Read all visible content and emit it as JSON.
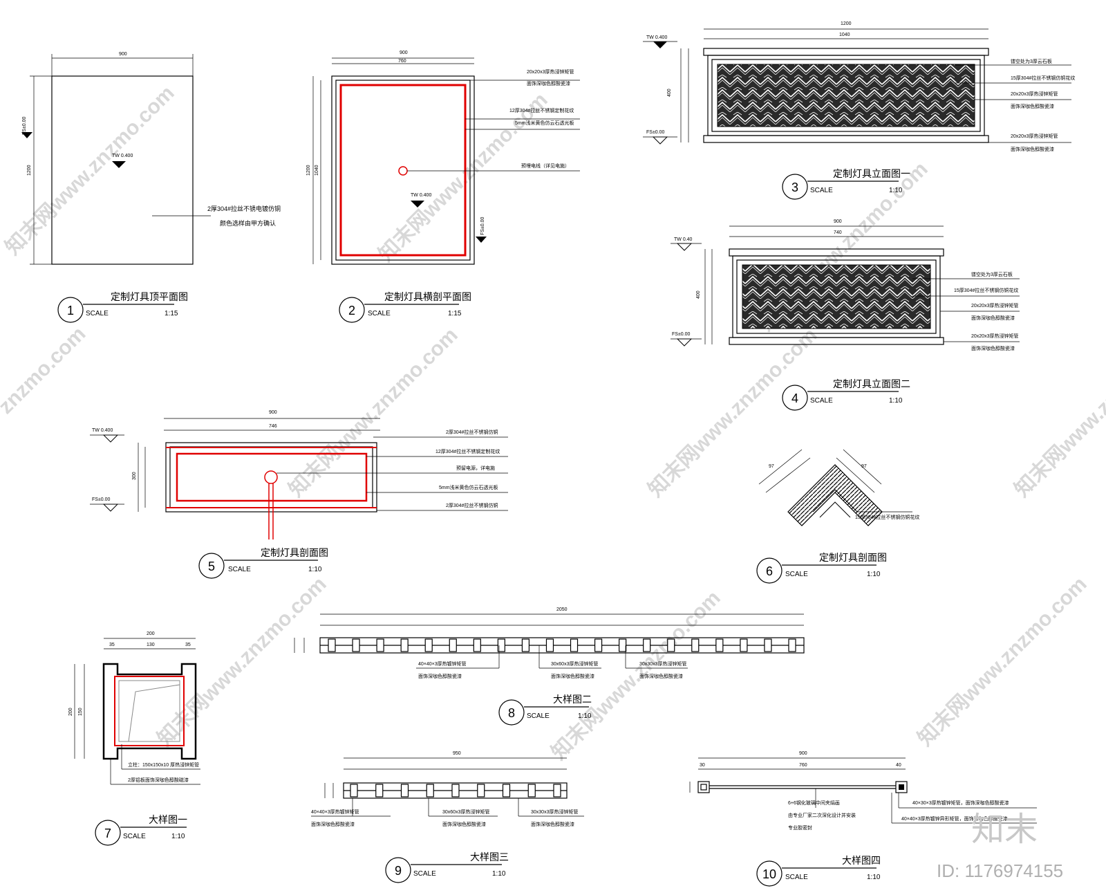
{
  "views": [
    {
      "num": "1",
      "title": "定制灯具顶平面图",
      "scale_label": "SCALE",
      "scale": "1:15"
    },
    {
      "num": "2",
      "title": "定制灯具横剖平面图",
      "scale_label": "SCALE",
      "scale": "1:15"
    },
    {
      "num": "3",
      "title": "定制灯具立面图一",
      "scale_label": "SCALE",
      "scale": "1:10"
    },
    {
      "num": "4",
      "title": "定制灯具立面图二",
      "scale_label": "SCALE",
      "scale": "1:10"
    },
    {
      "num": "5",
      "title": "定制灯具剖面图",
      "scale_label": "SCALE",
      "scale": "1:10"
    },
    {
      "num": "6",
      "title": "定制灯具剖面图",
      "scale_label": "SCALE",
      "scale": "1:10"
    },
    {
      "num": "7",
      "title": "大样图一",
      "scale_label": "SCALE",
      "scale": "1:10"
    },
    {
      "num": "8",
      "title": "大样图二",
      "scale_label": "SCALE",
      "scale": "1:10"
    },
    {
      "num": "9",
      "title": "大样图三",
      "scale_label": "SCALE",
      "scale": "1:10"
    },
    {
      "num": "10",
      "title": "大样图四",
      "scale_label": "SCALE",
      "scale": "1:10"
    }
  ],
  "levels": {
    "fs": "FS±0.00",
    "tw400": "TW 0.400",
    "tw40": "TW 0.40"
  },
  "dims": {
    "v1_w": "900",
    "v1_h": "1200",
    "v2_w": "900",
    "v2_inner": "760",
    "v2_h": "1200",
    "v2_inner_h": "1040",
    "v3_w": "1200",
    "v3_inner": "1040",
    "v3_h": "400",
    "v4_w": "900",
    "v4_inner": "740",
    "v4_h": "400",
    "v5_w": "900",
    "v5_inner": "746",
    "v5_h": "300",
    "v6_a": "97",
    "v6_b": "97",
    "v7_w": "200",
    "v7_inner": "130",
    "v7_side": "35",
    "v7_h": "200",
    "v7_mid": "150",
    "v8_w": "2050",
    "v9_w": "950",
    "v10_w": "900",
    "v10_inner": "760",
    "v10_side_l": "30",
    "v10_side_r": "40"
  },
  "notes": {
    "v1": [
      "2厚304#拉丝不锈电镀仿铜",
      "颜色选样由甲方确认"
    ],
    "v2": [
      "20x20x3厚热浸锌矩管",
      "面饰深咖色醇酸瓷漆",
      "12厚304#拉丝不锈钢定制花纹",
      "5mm浅米黄色仿云石透光板",
      "预埋电线（详见电施）"
    ],
    "v3": [
      "镂空处为3厚云石板",
      "15厚304#拉丝不锈钢仿铜花纹",
      "20x20x3厚热浸锌矩管",
      "面饰深咖色醇酸瓷漆",
      "20x20x3厚热浸锌矩管",
      "面饰深咖色醇酸瓷漆"
    ],
    "v4": [
      "镂空处为3厚云石板",
      "15厚304#拉丝不锈钢仿铜花纹",
      "20x20x3厚热浸锌矩管",
      "面饰深咖色醇酸瓷漆",
      "20x20x3厚热浸锌矩管",
      "面饰深咖色醇酸瓷漆"
    ],
    "v5": [
      "2厚304#拉丝不锈钢仿铜",
      "12厚304#拉丝不锈钢定制花纹",
      "预留电源，详电施",
      "5mm浅米黄色仿云石透光板",
      "2厚304#拉丝不锈钢仿铜"
    ],
    "v6": [
      "15厚304#拉丝不锈钢仿铜花纹"
    ],
    "v7": [
      "立柱：150x150x10 厚热浸锌矩管",
      "2厚铝板面饰深咖色醇酸磁漆"
    ],
    "v8": [
      "40×40×3厚热镀锌矩管",
      "面饰深咖色醇酸瓷漆",
      "30x60x3厚热浸锌矩管",
      "面饰深咖色醇酸瓷漆",
      "30x30x3厚热浸锌矩管",
      "面饰深咖色醇酸瓷漆"
    ],
    "v9": [
      "40×40×3厚热镀锌矩管",
      "面饰深咖色醇酸瓷漆",
      "30x60x3厚热浸锌矩管",
      "面饰深咖色醇酸瓷漆",
      "30x30x3厚热浸锌矩管",
      "面饰深咖色醇酸瓷漆"
    ],
    "v10": [
      "6+6钢化玻璃中间夹绢画",
      "由专业厂家二次深化设计并安装",
      "专业胶密封",
      "40×30×3厚热镀锌矩管，面饰深咖色醇酸瓷漆",
      "40×40×3厚热镀锌异形矩管，面饰深咖色醇酸瓷漆"
    ]
  },
  "watermark": {
    "site": "znzmo.com",
    "brand": "知末网www.znzmo.com",
    "logo": "知末",
    "id": "ID: 1176974155"
  },
  "colors": {
    "line": "#000000",
    "highlight": "#e00000",
    "watermark": "#d8d8d8"
  }
}
